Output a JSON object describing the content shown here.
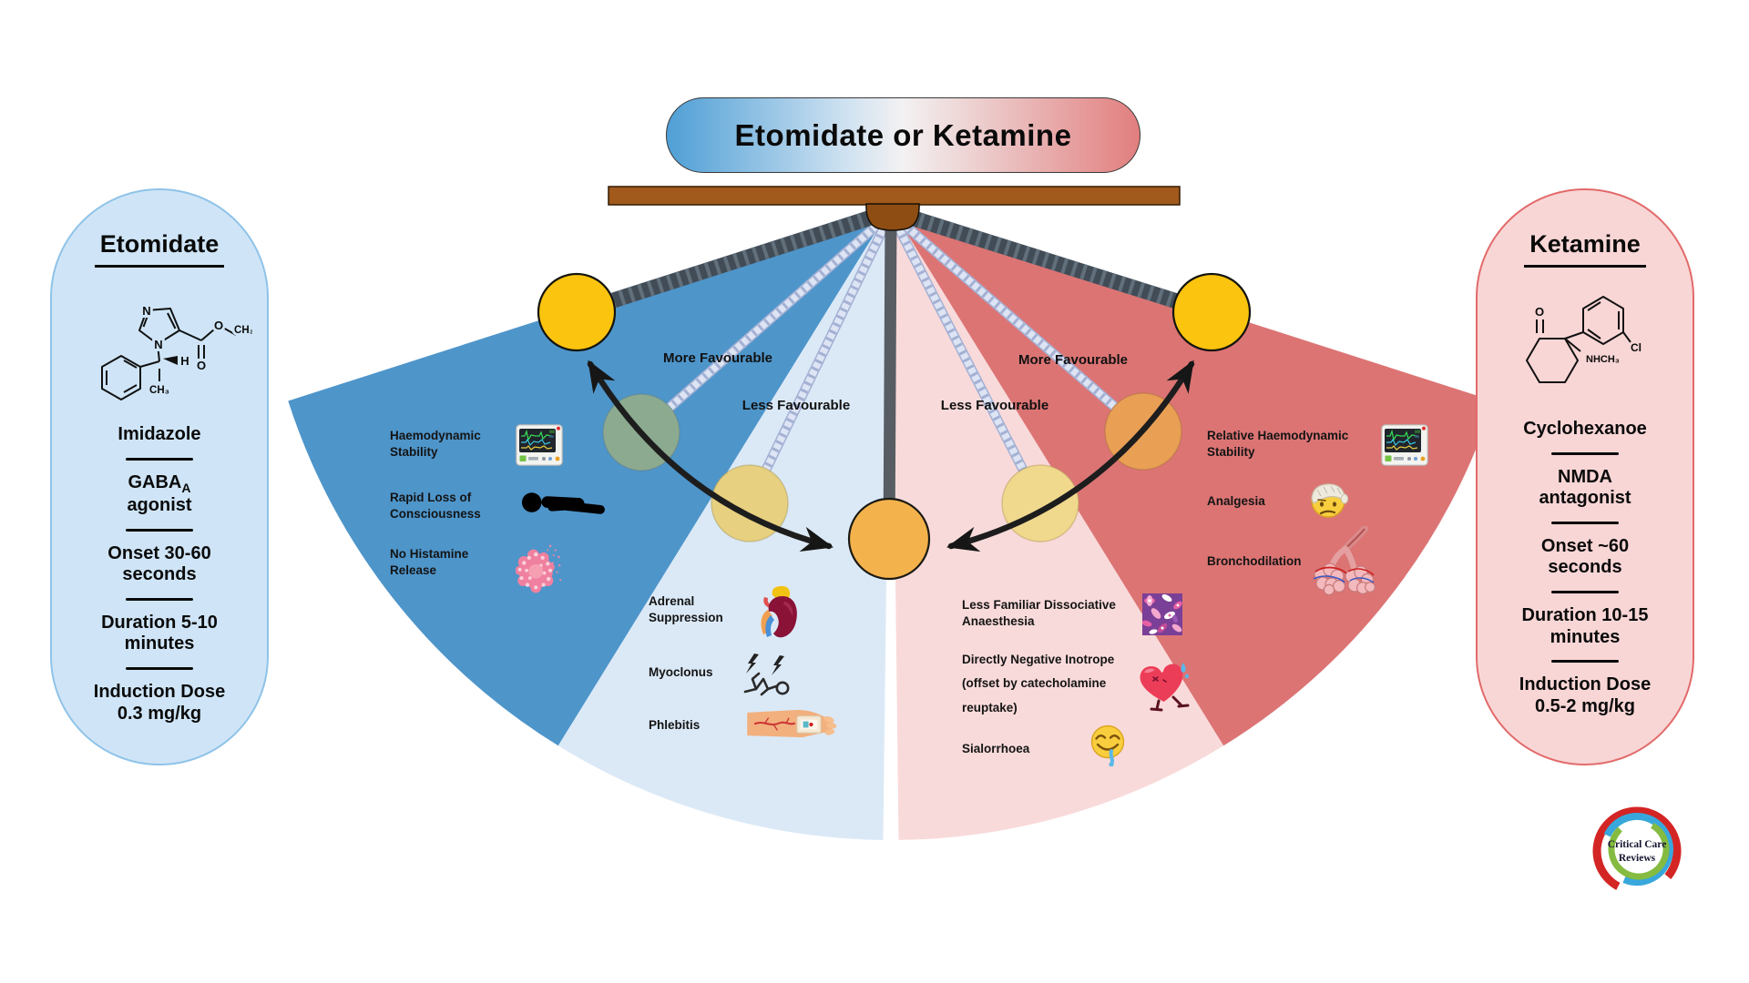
{
  "title": "Etomidate or Ketamine",
  "colors": {
    "etomidate_strong": "#4e95ca",
    "etomidate_light": "#dbe9f7",
    "ketamine_light": "#f9dada",
    "ketamine_strong": "#dc7474",
    "bob_gold": "#fbc40e",
    "beam_brown": "#a2591c"
  },
  "left_card": {
    "title": "Etomidate",
    "molecule_labels": {
      "n_top": "N",
      "n_ring": "N",
      "o_ester": "O",
      "o_carbonyl": "O",
      "h": "H",
      "ch3_side": "CH₃",
      "ch3_end": "CH₃"
    },
    "chem_class": "Imidazole",
    "mechanism_base": "GABA",
    "mechanism_sub": "A",
    "mechanism_suffix": "agonist",
    "onset": "Onset 30-60 seconds",
    "duration": "Duration 5-10 minutes",
    "dose": "Induction Dose 0.3 mg/kg"
  },
  "right_card": {
    "title": "Ketamine",
    "molecule_labels": {
      "o": "O",
      "cl": "Cl",
      "nhch3": "NHCH₃"
    },
    "chem_class": "Cyclohexanoe",
    "mechanism_line1": "NMDA",
    "mechanism_line2": "antagonist",
    "onset": "Onset ~60 seconds",
    "duration": "Duration 10-15 minutes",
    "dose": "Induction Dose 0.5-2 mg/kg"
  },
  "pendulum": {
    "more_favourable": "More Favourable",
    "less_favourable": "Less Favourable"
  },
  "wedges": {
    "etomidate_pros": [
      {
        "label": "Haemodynamic Stability",
        "icon": "patient-monitor-icon"
      },
      {
        "label": "Rapid Loss of Consciousness",
        "icon": "unconscious-person-icon"
      },
      {
        "label": "No Histamine Release",
        "icon": "mast-cell-icon"
      }
    ],
    "etomidate_cons": [
      {
        "label": "Adrenal Suppression",
        "icon": "adrenal-kidney-icon"
      },
      {
        "label": "Myoclonus",
        "icon": "myoclonus-icon"
      },
      {
        "label": "Phlebitis",
        "icon": "iv-arm-icon"
      }
    ],
    "ketamine_cons": [
      {
        "label": "Less Familiar Dissociative Anaesthesia",
        "icon": "psychedelic-pattern-icon"
      },
      {
        "label": "Directly Negative Inotrope (offset by catecholamine reuptake)",
        "icon": "struggling-heart-icon"
      },
      {
        "label": "Sialorrhoea",
        "icon": "drooling-face-icon"
      }
    ],
    "ketamine_pros": [
      {
        "label": "Relative Haemodynamic Stability",
        "icon": "patient-monitor-icon"
      },
      {
        "label": "Analgesia",
        "icon": "bandaged-head-icon"
      },
      {
        "label": "Bronchodilation",
        "icon": "bronchi-icon"
      }
    ]
  },
  "logo": {
    "line1": "Critical Care",
    "line2": "Reviews"
  }
}
